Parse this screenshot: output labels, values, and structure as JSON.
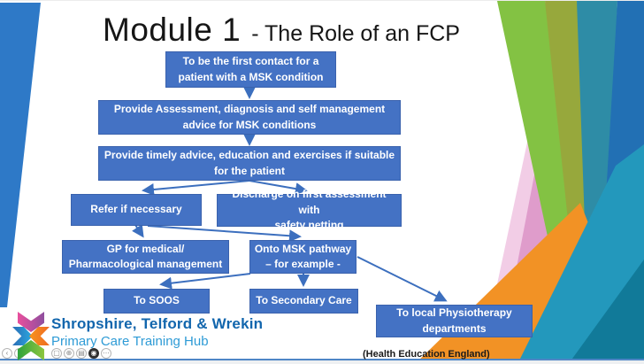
{
  "slide": {
    "title": {
      "main": "Module 1",
      "sub": "- The Role of an FCP"
    },
    "flowchart": {
      "boxes": [
        {
          "id": "first-contact",
          "text": "To be the first contact for a\npatient with a MSK condition"
        },
        {
          "id": "assessment",
          "text": "Provide Assessment, diagnosis and self management\nadvice for MSK conditions"
        },
        {
          "id": "timely-advice",
          "text": "Provide timely advice, education and exercises if suitable\nfor the patient"
        },
        {
          "id": "refer",
          "text": "Refer if necessary"
        },
        {
          "id": "discharge",
          "text": "Discharge on first assessment with\nsafety netting"
        },
        {
          "id": "gp",
          "text": "GP for medical/\nPharmacological  management"
        },
        {
          "id": "msk-pathway",
          "text": "Onto MSK pathway\n– for example -"
        },
        {
          "id": "soos",
          "text": "To SOOS"
        },
        {
          "id": "secondary-care",
          "text": "To Secondary Care"
        },
        {
          "id": "physiotherapy",
          "text": "To local Physiotherapy\ndepartments"
        }
      ]
    },
    "footer": {
      "logo_line1": "Shropshire, Telford & Wrekin",
      "logo_line2": "Primary Care Training Hub",
      "attribution": "(Health Education England)"
    }
  },
  "viewer_controls": {
    "buttons": [
      {
        "name": "previous",
        "glyph": "‹"
      },
      {
        "name": "next",
        "glyph": "›"
      },
      {
        "name": "copy",
        "glyph": "▢"
      },
      {
        "name": "zoom",
        "glyph": "⊕"
      },
      {
        "name": "pages",
        "glyph": "▤"
      },
      {
        "name": "camera",
        "glyph": "◉"
      },
      {
        "name": "more",
        "glyph": "⋯"
      }
    ]
  },
  "colors": {
    "box_fill": "#4472c4",
    "arrow": "#3c6fbe",
    "left_wedge": "#2e79c7",
    "logo_blue": "#1266ad",
    "logo_light_blue": "#2e9bd6",
    "decor_green": "#83c243",
    "decor_olive": "#97a83c",
    "decor_teal": "#2398bc",
    "decor_dark_blue": "#2270b4",
    "decor_orange": "#f29225",
    "decor_pink": "#df9ccb"
  }
}
